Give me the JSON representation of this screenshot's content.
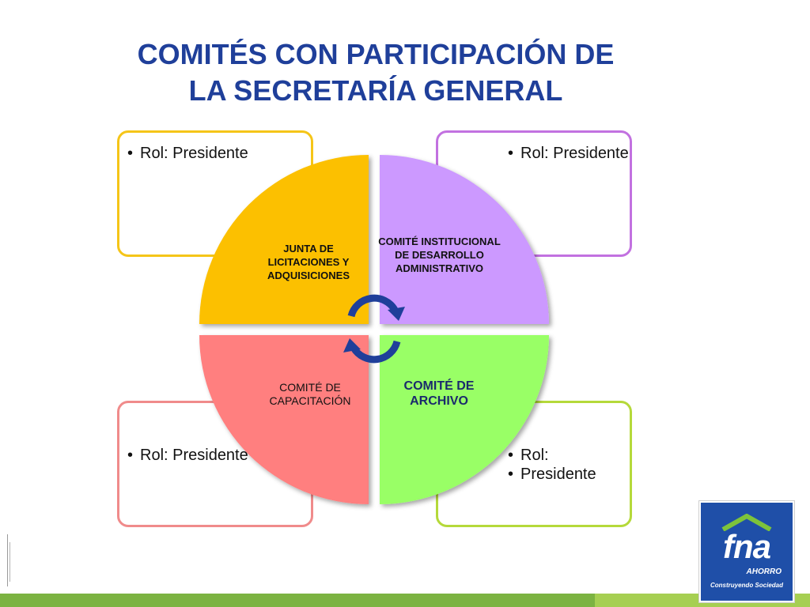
{
  "title": {
    "line1": "COMITÉS CON PARTICIPACIÓN DE",
    "line2": "LA SECRETARÍA GENERAL"
  },
  "colors": {
    "title": "#1f3f9a",
    "yellow": "#fcc000",
    "purple": "#cc99ff",
    "pink": "#ff7f7f",
    "green": "#99ff66",
    "arrow": "#1f3f9a",
    "logo": "#1f4fa8"
  },
  "quadrants": [
    {
      "id": "tl",
      "label": "JUNTA DE LICITACIONES Y ADQUISICIONES",
      "bullets": [
        "Rol: Presidente"
      ]
    },
    {
      "id": "tr",
      "label": "COMITÉ INSTITUCIONAL DE DESARROLLO ADMINISTRATIVO",
      "bullets": [
        "Rol: Presidente"
      ]
    },
    {
      "id": "bl",
      "label": "COMITÉ DE CAPACITACIÓN",
      "bullets": [
        "Rol: Presidente"
      ]
    },
    {
      "id": "br",
      "label": "COMITÉ DE ARCHIVO",
      "bullets": [
        "Rol:",
        "Presidente"
      ]
    }
  ],
  "center_icon": "cycle-arrows-icon",
  "logo": {
    "brand": "fna",
    "sub": "AHORRO",
    "tagline": "Construyendo Sociedad",
    "icon": "roof-icon"
  }
}
